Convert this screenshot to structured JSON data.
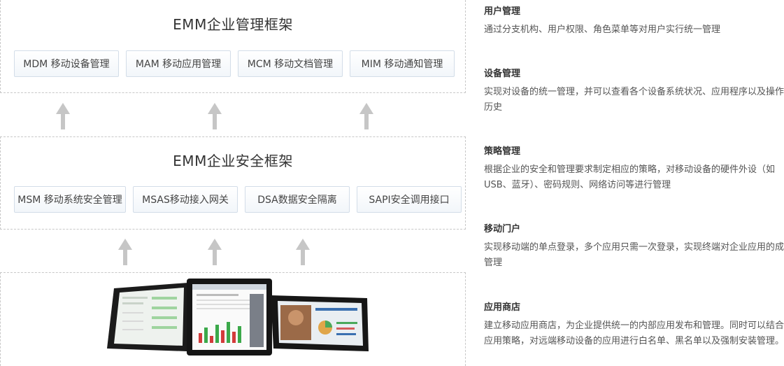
{
  "management_frame": {
    "title": "EMM企业管理框架",
    "modules": [
      "MDM 移动设备管理",
      "MAM 移动应用管理",
      "MCM 移动文档管理",
      "MIM 移动通知管理"
    ]
  },
  "security_frame": {
    "title": "EMM企业安全框架",
    "modules": [
      "MSM 移动系统安全管理",
      "MSAS移动接入网关",
      "DSA数据安全隔离",
      "SAPI安全调用接口"
    ]
  },
  "features": [
    {
      "title": "用户管理",
      "desc": "通过分支机构、用户权限、角色菜单等对用户实行统一管理"
    },
    {
      "title": "设备管理",
      "desc": "实现对设备的统一管理，并可以查看各个设备系统状况、应用程序以及操作历史"
    },
    {
      "title": "策略管理",
      "desc": "根据企业的安全和管理要求制定相应的策略，对移动设备的硬件外设（如USB、蓝牙）、密码规则、网络访问等进行管理"
    },
    {
      "title": "移动门户",
      "desc": "实现移动端的单点登录，多个应用只需一次登录，实现终端对企业应用的成管理"
    },
    {
      "title": "应用商店",
      "desc": "建立移动应用商店，为企业提供统一的内部应用发布和管理。同时可以结合应用策略，对远端移动设备的应用进行白名单、黑名单以及强制安装管理。"
    }
  ],
  "colors": {
    "frame_border": "#c8c8c8",
    "module_border": "#d3dde8",
    "arrow": "#c6c6c6"
  }
}
